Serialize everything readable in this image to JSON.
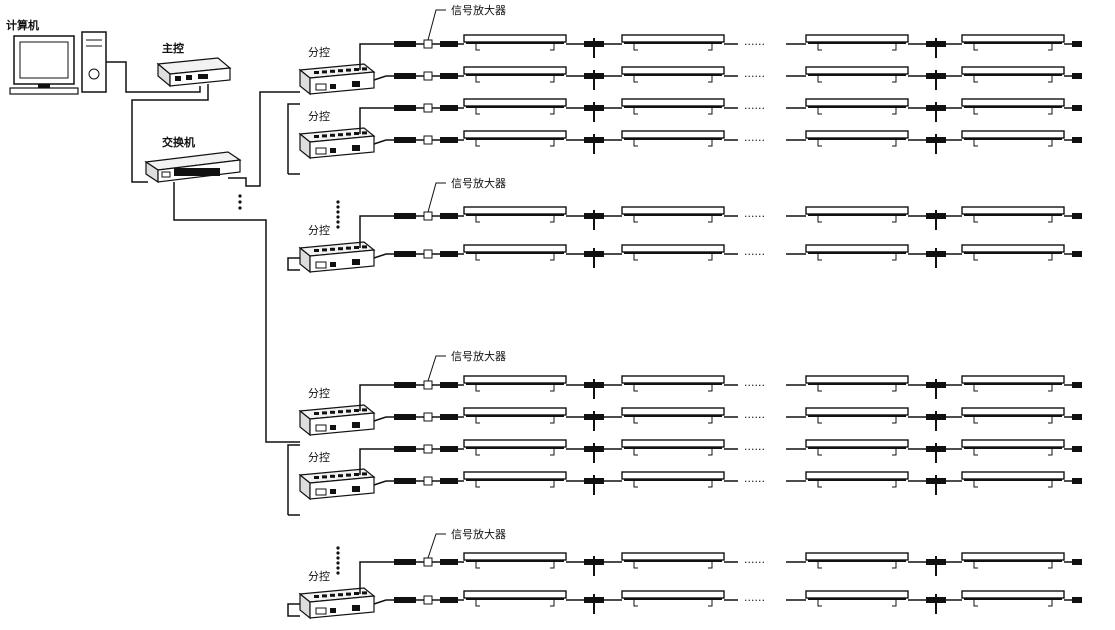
{
  "labels": {
    "computer": "计算机",
    "master": "主控",
    "switch": "交换机",
    "sub_controller": "分控",
    "amplifier": "信号放大器",
    "ellipsis": "······"
  },
  "colors": {
    "line": "#111111",
    "fill": "#ffffff",
    "device_fill": "#f2f2f2"
  },
  "icons": [
    "computer-icon",
    "master-controller-icon",
    "network-switch-icon",
    "sub-controller-icon",
    "signal-amplifier-icon",
    "led-bar-icon",
    "connector-icon"
  ]
}
